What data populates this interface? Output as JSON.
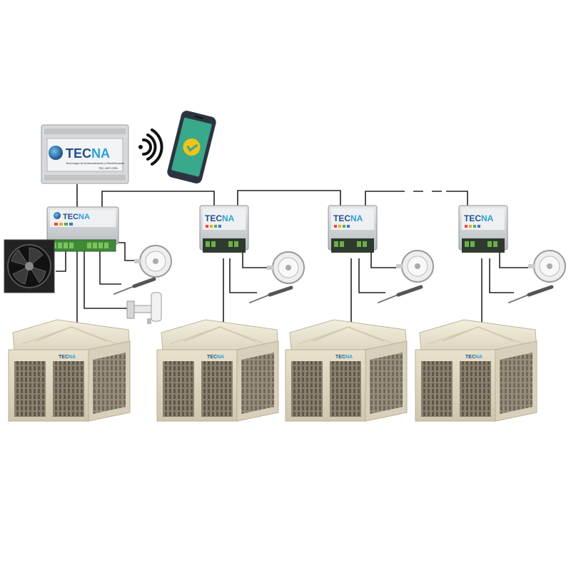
{
  "gateway": {
    "brand": "TECNA",
    "brand_lead": "TEC",
    "brand_tail": "NA",
    "tagline": "Tecnología de Automatización y Electrificación",
    "model": "TEC-WIFI-SPA"
  },
  "master_controller": {
    "brand_lead": "TEC",
    "brand_tail": "NA"
  },
  "slave_controllers": [
    {
      "brand_lead": "TEC",
      "brand_tail": "NA"
    },
    {
      "brand_lead": "TEC",
      "brand_tail": "NA"
    },
    {
      "brand_lead": "TEC",
      "brand_tail": "NA"
    }
  ],
  "coolers": [
    {
      "label": "TEC",
      "badge": "NA"
    },
    {
      "label": "TEC",
      "badge": "NA"
    },
    {
      "label": "TEC",
      "badge": "NA"
    },
    {
      "label": "TEC",
      "badge": "NA"
    }
  ],
  "icons": {
    "wifi": "wifi-icon",
    "phone": "smartphone-icon",
    "check": "check-icon",
    "fan": "extractor-fan-icon",
    "pressure": "pressure-sensor-icon",
    "probe": "temperature-probe-icon",
    "water_valve": "water-valve-icon"
  },
  "colors": {
    "brand_blue": "#1f4f8a",
    "brand_cyan": "#2ba0d8",
    "phone_screen": "#3aa88a",
    "check": "#f0c419",
    "cooler_body": "#e9e2cf",
    "grille": "#6f6758",
    "wire": "#222222"
  }
}
